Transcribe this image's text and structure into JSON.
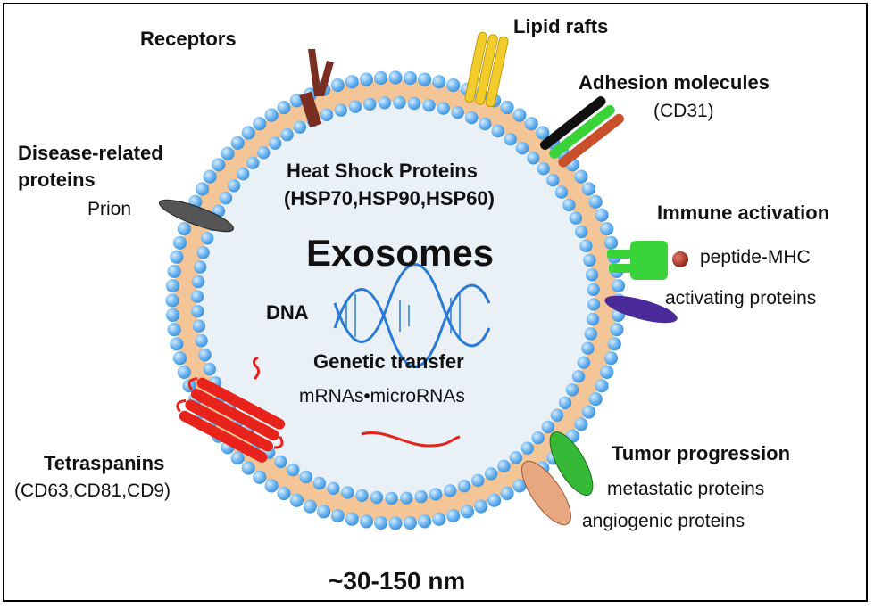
{
  "title": "Exosomes",
  "size_label": "~30-150 nm",
  "interior": {
    "heat_shock_line1": "Heat Shock Proteins",
    "heat_shock_line2": "(HSP70,HSP90,HSP60)",
    "dna": "DNA",
    "genetic_transfer": "Genetic transfer",
    "rnas": "mRNAs•microRNAs"
  },
  "labels": {
    "receptors": "Receptors",
    "lipid_rafts": "Lipid rafts",
    "adhesion_title": "Adhesion molecules",
    "adhesion_sub": "(CD31)",
    "disease_line1": "Disease-related",
    "disease_line2": "proteins",
    "prion": "Prion",
    "immune_title": "Immune activation",
    "peptide_mhc": "peptide-MHC",
    "activating": "activating proteins",
    "tetraspanins_title": "Tetraspanins",
    "tetraspanins_sub": "(CD63,CD81,CD9)",
    "tumor_title": "Tumor progression",
    "metastatic": "metastatic proteins",
    "angiogenic": "angiogenic proteins"
  },
  "colors": {
    "bead": "#6fb7f2",
    "membrane_core": "#f3c597",
    "interior": "#e9f1f7",
    "receptor": "#7a2e22",
    "lipid_raft": "#f2cc2a",
    "prion": "#555555",
    "mhc": "#3ad43a",
    "activating": "#4b2a99",
    "tetraspanin": "#e8231c",
    "metastatic": "#36b936",
    "angiogenic": "#e7a780",
    "dna": "#2b7ad6",
    "rna": "#e0261c"
  }
}
